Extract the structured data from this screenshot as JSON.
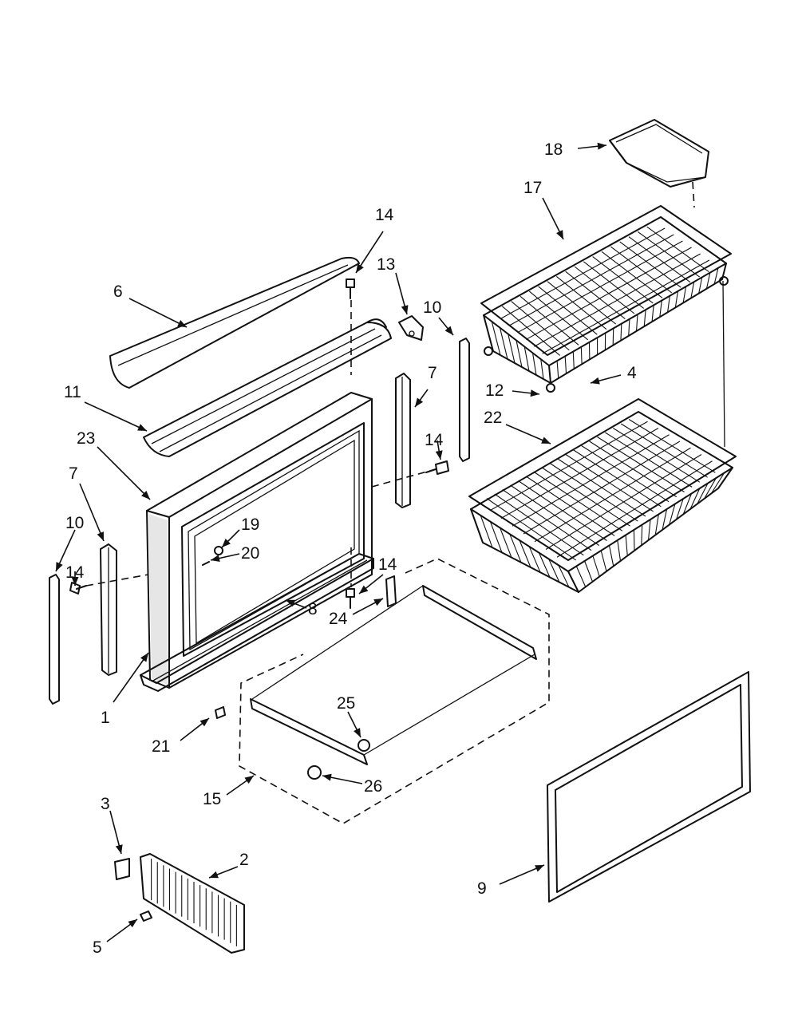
{
  "diagram": {
    "type": "exploded-parts-view",
    "callouts": [
      {
        "id": "c18",
        "text": "18"
      },
      {
        "id": "c17",
        "text": "17"
      },
      {
        "id": "c14a",
        "text": "14"
      },
      {
        "id": "c13",
        "text": "13"
      },
      {
        "id": "c6",
        "text": "6"
      },
      {
        "id": "c10a",
        "text": "10"
      },
      {
        "id": "c7a",
        "text": "7"
      },
      {
        "id": "c4",
        "text": "4"
      },
      {
        "id": "c11",
        "text": "11"
      },
      {
        "id": "c12",
        "text": "12"
      },
      {
        "id": "c23",
        "text": "23"
      },
      {
        "id": "c14b",
        "text": "14"
      },
      {
        "id": "c22",
        "text": "22"
      },
      {
        "id": "c7b",
        "text": "7"
      },
      {
        "id": "c10b",
        "text": "10"
      },
      {
        "id": "c19",
        "text": "19"
      },
      {
        "id": "c20",
        "text": "20"
      },
      {
        "id": "c14c",
        "text": "14"
      },
      {
        "id": "c14d",
        "text": "14"
      },
      {
        "id": "c8",
        "text": "8"
      },
      {
        "id": "c24",
        "text": "24"
      },
      {
        "id": "c1",
        "text": "1"
      },
      {
        "id": "c25",
        "text": "25"
      },
      {
        "id": "c21",
        "text": "21"
      },
      {
        "id": "c26",
        "text": "26"
      },
      {
        "id": "c15",
        "text": "15"
      },
      {
        "id": "c3",
        "text": "3"
      },
      {
        "id": "c2",
        "text": "2"
      },
      {
        "id": "c9",
        "text": "9"
      },
      {
        "id": "c5",
        "text": "5"
      }
    ]
  }
}
